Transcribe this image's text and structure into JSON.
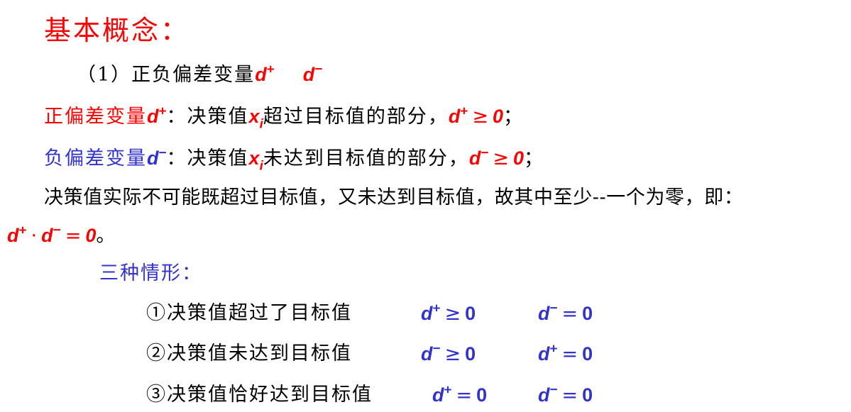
{
  "title": "基本概念：",
  "item1": {
    "label": "（1）正负偏差变量",
    "d_plus": "d",
    "d_minus": "d"
  },
  "positive": {
    "label": "正偏差变量",
    "var": "d",
    "sup": "+",
    "text1": "：决策值",
    "x": "x",
    "sub": "i",
    "text2": "超过目标值的部分，",
    "cond_var": "d",
    "cond_sup": "+",
    "cond_op": "≥",
    "cond_val": "0",
    "end": "；"
  },
  "negative": {
    "label": "负偏差变量",
    "var": "d",
    "sup": "−",
    "text1": "：决策值",
    "x": "x",
    "sub": "i",
    "text2": "未达到目标值的部分，",
    "cond_var": "d",
    "cond_sup": "−",
    "cond_op": "≥",
    "cond_val": "0",
    "end": "；"
  },
  "statement": "决策值实际不可能既超过目标值，又未达到目标值，故其中至少--一个为零，即：",
  "product": {
    "a": "d",
    "a_sup": "+",
    "dot": "·",
    "b": "d",
    "b_sup": "−",
    "eq": "=",
    "val": "0",
    "end": "。"
  },
  "cases_title": "三种情形：",
  "cases": [
    {
      "label": "①决策值超过了目标值",
      "e1_var": "d",
      "e1_sup": "+",
      "e1_op": "≥",
      "e1_val": "0",
      "e2_var": "d",
      "e2_sup": "−",
      "e2_op": "=",
      "e2_val": "0"
    },
    {
      "label": "②决策值未达到目标值",
      "e1_var": "d",
      "e1_sup": "−",
      "e1_op": "≥",
      "e1_val": "0",
      "e2_var": "d",
      "e2_sup": "+",
      "e2_op": "=",
      "e2_val": "0"
    },
    {
      "label": "③决策值恰好达到目标值",
      "e1_var": "d",
      "e1_sup": "+",
      "e1_op": "=",
      "e1_val": "0",
      "e2_var": "d",
      "e2_sup": "−",
      "e2_op": "=",
      "e2_val": "0"
    }
  ],
  "colors": {
    "red": "#ff0000",
    "blue": "#3333cc",
    "text": "#000000"
  }
}
